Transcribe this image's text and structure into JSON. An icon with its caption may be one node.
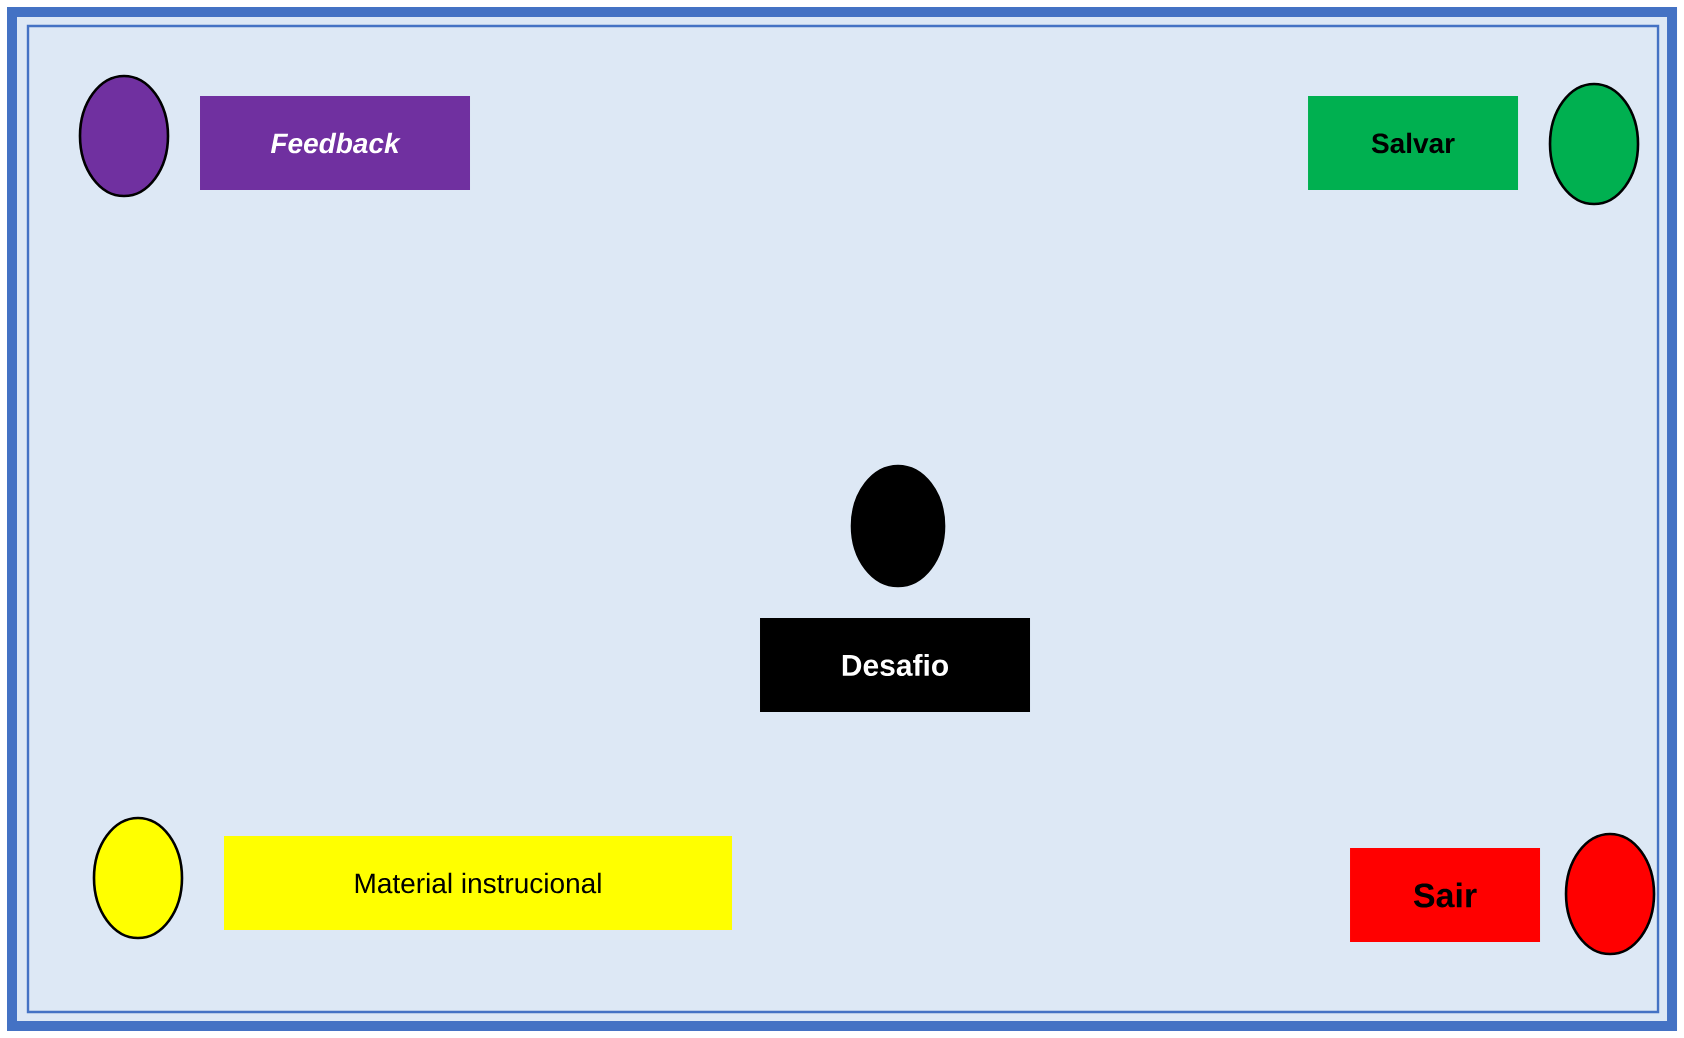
{
  "diagram": {
    "nodes": [
      {
        "text": [],
        "shape": "circle"
      },
      {
        "text": [
          "Feedback"
        ]
      },
      {
        "text": [
          "Salvar"
        ]
      },
      {
        "text": [],
        "shape": "circle"
      },
      {
        "text": [],
        "shape": "circle"
      },
      {
        "text": [
          "Desafio"
        ]
      },
      {
        "text": [],
        "shape": "circle"
      },
      {
        "text": [
          "Material instrucional"
        ]
      },
      {
        "text": [
          "Sair"
        ]
      },
      {
        "text": [],
        "shape": "circle"
      }
    ]
  }
}
